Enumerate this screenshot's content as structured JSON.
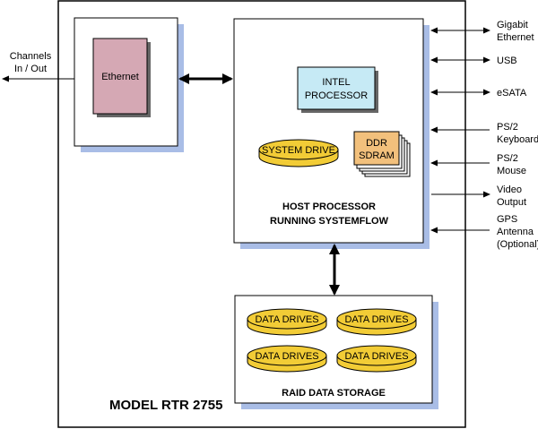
{
  "title": "MODEL RTR 2755",
  "channels": {
    "line1": "Channels",
    "line2": "In / Out"
  },
  "ethernet_block": {
    "label": "Ethernet"
  },
  "host": {
    "cpu": {
      "line1": "INTEL",
      "line2": "PROCESSOR"
    },
    "system_drive": "SYSTEM DRIVE",
    "ddr": {
      "line1": "DDR",
      "line2": "SDRAM"
    },
    "caption1": "HOST PROCESSOR",
    "caption2": "RUNNING SYSTEMFLOW"
  },
  "raid": {
    "drives": [
      "DATA DRIVES",
      "DATA DRIVES",
      "DATA DRIVES",
      "DATA DRIVES"
    ],
    "caption": "RAID DATA STORAGE"
  },
  "interfaces": {
    "gigabit": {
      "line1": "Gigabit",
      "line2": "Ethernet"
    },
    "usb": "USB",
    "esata": "eSATA",
    "keyboard": {
      "line1": "PS/2",
      "line2": "Keyboard"
    },
    "mouse": {
      "line1": "PS/2",
      "line2": "Mouse"
    },
    "video": {
      "line1": "Video",
      "line2": "Output"
    },
    "gps": {
      "line1": "GPS",
      "line2": "Antenna",
      "line3": "(Optional)"
    }
  },
  "colors": {
    "shadow": "#a9bde6",
    "ethernet_fill": "#d5a8b4",
    "cpu_fill": "#c6eaf5",
    "drive_fill": "#f2cc36",
    "ddr_fill": "#f2c07c"
  }
}
